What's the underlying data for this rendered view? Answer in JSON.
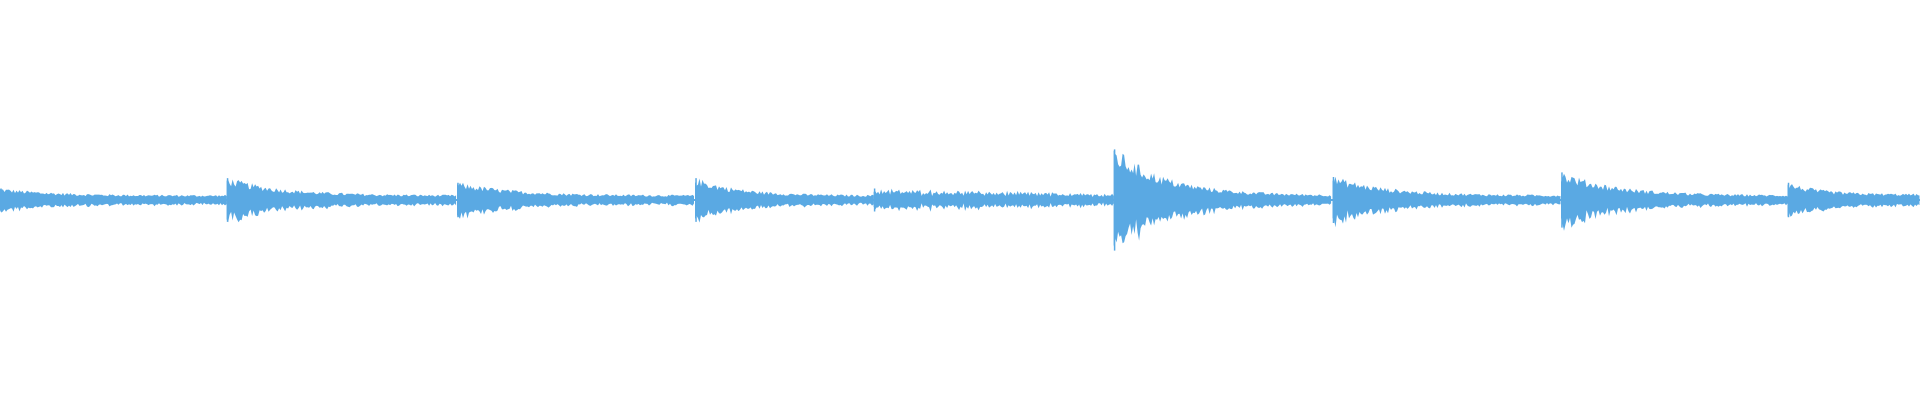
{
  "waveform": {
    "color": "#5aa9e3",
    "background": "#ffffff",
    "baseline_amplitude": 0.012,
    "segments": [
      {
        "name": "segment-1",
        "start": 0.0,
        "end": 0.118,
        "peak": 0.05,
        "end_amp": 0.02,
        "style": "decay"
      },
      {
        "name": "segment-2",
        "start": 0.118,
        "end": 0.238,
        "peak": 0.095,
        "end_amp": 0.02,
        "style": "decay"
      },
      {
        "name": "segment-3",
        "start": 0.238,
        "end": 0.362,
        "peak": 0.075,
        "end_amp": 0.02,
        "style": "decay"
      },
      {
        "name": "segment-4",
        "start": 0.362,
        "end": 0.455,
        "peak": 0.095,
        "end_amp": 0.02,
        "style": "decay"
      },
      {
        "name": "segment-5",
        "start": 0.455,
        "end": 0.58,
        "peak": 0.05,
        "end_amp": 0.015,
        "style": "tremolo"
      },
      {
        "name": "segment-6",
        "start": 0.58,
        "end": 0.694,
        "peak": 0.22,
        "end_amp": 0.02,
        "style": "decay"
      },
      {
        "name": "segment-7",
        "start": 0.694,
        "end": 0.813,
        "peak": 0.1,
        "end_amp": 0.02,
        "style": "decay"
      },
      {
        "name": "segment-8",
        "start": 0.813,
        "end": 0.931,
        "peak": 0.12,
        "end_amp": 0.02,
        "style": "decay"
      },
      {
        "name": "segment-9",
        "start": 0.931,
        "end": 1.0,
        "peak": 0.075,
        "end_amp": 0.025,
        "style": "decay"
      }
    ]
  }
}
